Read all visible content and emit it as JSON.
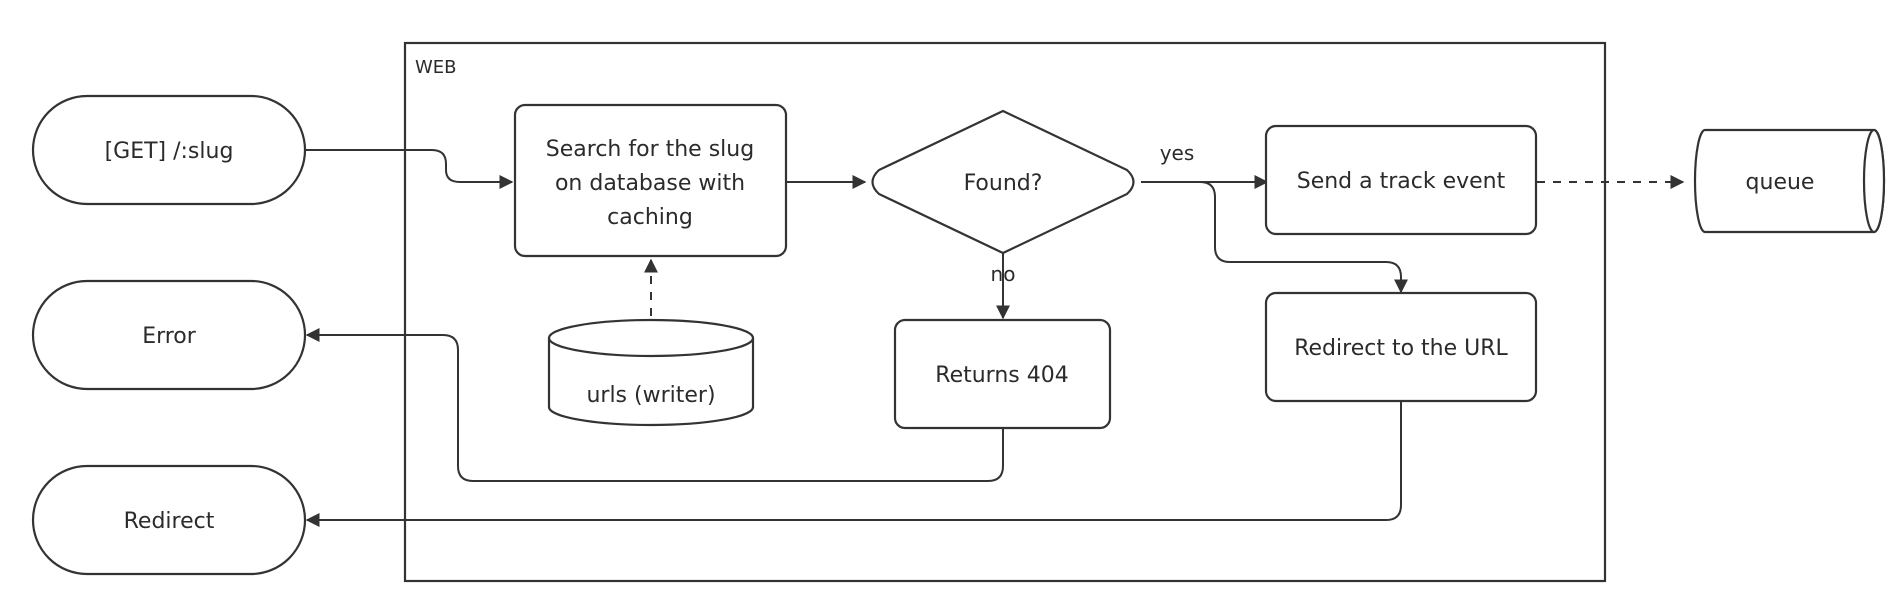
{
  "diagram": {
    "group": {
      "label": "WEB"
    },
    "nodes": {
      "get_slug": "[GET] /:slug",
      "error": "Error",
      "redirect": "Redirect",
      "search_line1": "Search for the slug",
      "search_line2": "on database with",
      "search_line3": "caching",
      "urls_db": "urls (writer)",
      "found": "Found?",
      "returns_404": "Returns 404",
      "send_track": "Send a track event",
      "redirect_url": "Redirect to the URL",
      "queue": "queue"
    },
    "edges": {
      "yes": "yes",
      "no": "no"
    },
    "colors": {
      "stroke": "#333333",
      "fill": "#ffffff",
      "text": "#2b2b2b"
    }
  }
}
